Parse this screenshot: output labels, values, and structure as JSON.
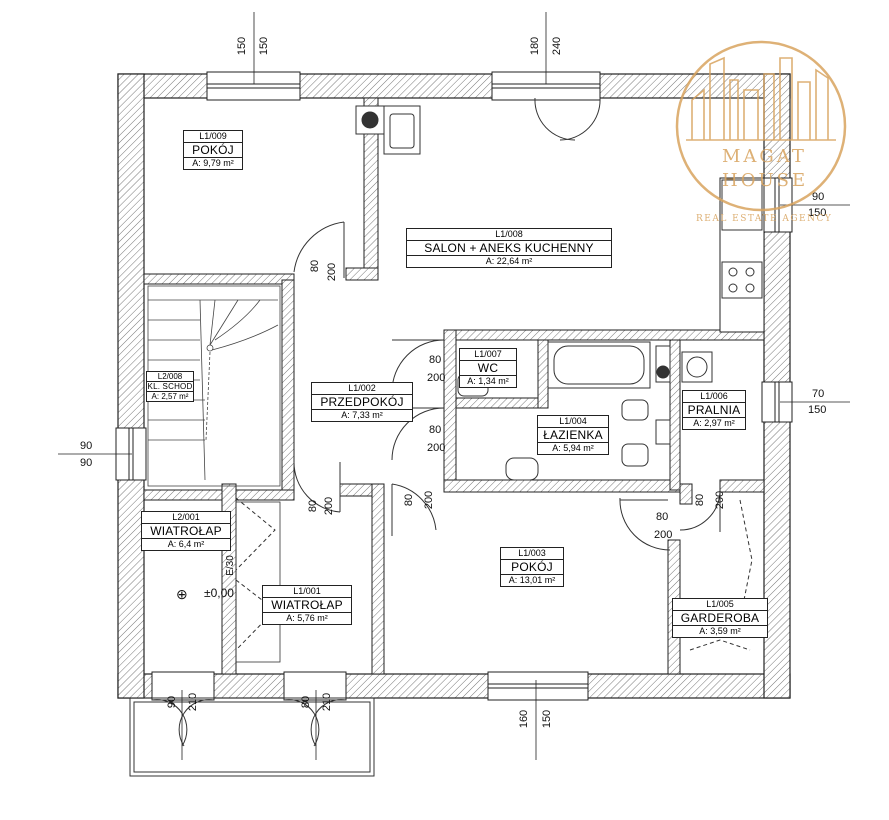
{
  "rooms": [
    {
      "id": "pokoj-009",
      "code": "L1/009",
      "name": "POKÓJ",
      "area": "A: 9,79 m²"
    },
    {
      "id": "salon-008",
      "code": "L1/008",
      "name": "SALON + ANEKS KUCHENNY",
      "area": "A: 22,64 m²"
    },
    {
      "id": "klatka-008",
      "code": "L2/008",
      "name": "KL. SCHOD",
      "area": "A: 2,57 m²"
    },
    {
      "id": "wc-007",
      "code": "L1/007",
      "name": "WC",
      "area": "A: 1,34 m²"
    },
    {
      "id": "przedpokoj-002",
      "code": "L1/002",
      "name": "PRZEDPOKÓJ",
      "area": "A: 7,33 m²"
    },
    {
      "id": "lazienka-004",
      "code": "L1/004",
      "name": "ŁAZIENKA",
      "area": "A: 5,94 m²"
    },
    {
      "id": "pralnia-006",
      "code": "L1/006",
      "name": "PRALNIA",
      "area": "A: 2,97 m²"
    },
    {
      "id": "wiatrolap-2001",
      "code": "L2/001",
      "name": "WIATROŁAP",
      "area": "A: 6,4 m²"
    },
    {
      "id": "wiatrolap-1001",
      "code": "L1/001",
      "name": "WIATROŁAP",
      "area": "A: 5,76 m²"
    },
    {
      "id": "pokoj-003",
      "code": "L1/003",
      "name": "POKÓJ",
      "area": "A: 13,01 m²"
    },
    {
      "id": "garderoba-005",
      "code": "L1/005",
      "name": "GARDEROBA",
      "area": "A: 3,59 m²"
    }
  ],
  "dimensions": {
    "top_left": [
      "150",
      "150"
    ],
    "top_mid": [
      "180",
      "240"
    ],
    "right_upper": [
      "90",
      "150"
    ],
    "right_lower": [
      "70",
      "150"
    ],
    "left": [
      "90",
      "90"
    ],
    "bottom_left": [
      "90",
      "210"
    ],
    "bottom_left2": [
      "80",
      "210"
    ],
    "bottom_mid": [
      "160",
      "150"
    ],
    "door_salon": [
      "80",
      "200"
    ],
    "door_wc": [
      "80",
      "200"
    ],
    "door_lazienka": [
      "80",
      "200"
    ],
    "door_przedpokoj_low": [
      "80",
      "200"
    ],
    "door_pokoj": [
      "80",
      "200"
    ],
    "door_pralnia": [
      "80",
      "200"
    ],
    "door_garderoba": [
      "80",
      "200"
    ]
  },
  "level_mark": "±0,00",
  "elevation_mark": "E/30",
  "logo": {
    "line1": "MAGAT",
    "line2": "HOUSE",
    "line3": "REAL ESTATE AGENCY",
    "color": "#d8a35e"
  }
}
